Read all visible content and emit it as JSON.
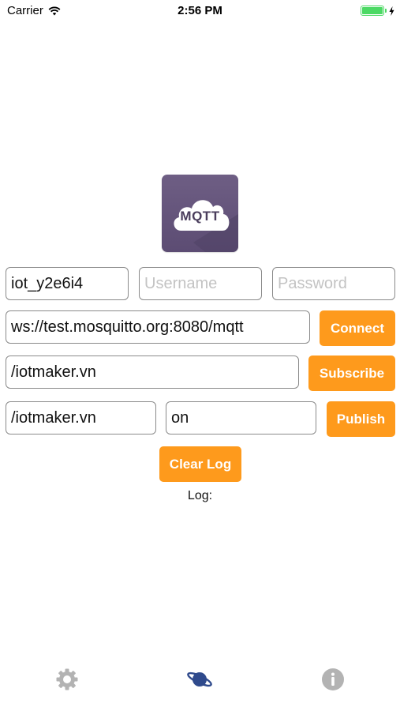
{
  "status_bar": {
    "carrier": "Carrier",
    "time": "2:56 PM",
    "battery_level": 1.0,
    "icons": [
      "wifi-icon",
      "battery-icon",
      "charging-bolt-icon"
    ]
  },
  "logo": {
    "text": "MQTT"
  },
  "credentials": {
    "client_id_value": "iot_y2e6i4",
    "username_placeholder": "Username",
    "password_placeholder": "Password"
  },
  "connection": {
    "url_value": "ws://test.mosquitto.org:8080/mqtt",
    "connect_label": "Connect"
  },
  "subscribe": {
    "topic_value": "/iotmaker.vn",
    "subscribe_label": "Subscribe"
  },
  "publish": {
    "topic_value": "/iotmaker.vn",
    "message_value": "on",
    "publish_label": "Publish"
  },
  "log": {
    "clear_label": "Clear Log",
    "label": "Log:"
  },
  "tab_bar": {
    "items": [
      "gear-icon",
      "planet-icon",
      "info-icon"
    ],
    "active_index": 1
  },
  "colors": {
    "accent": "#fe9a1c",
    "logo_bg": "#5f4f76",
    "active_tab": "#2f4a8c",
    "inactive_tab": "#b3b3b3",
    "battery": "#4cd964"
  }
}
